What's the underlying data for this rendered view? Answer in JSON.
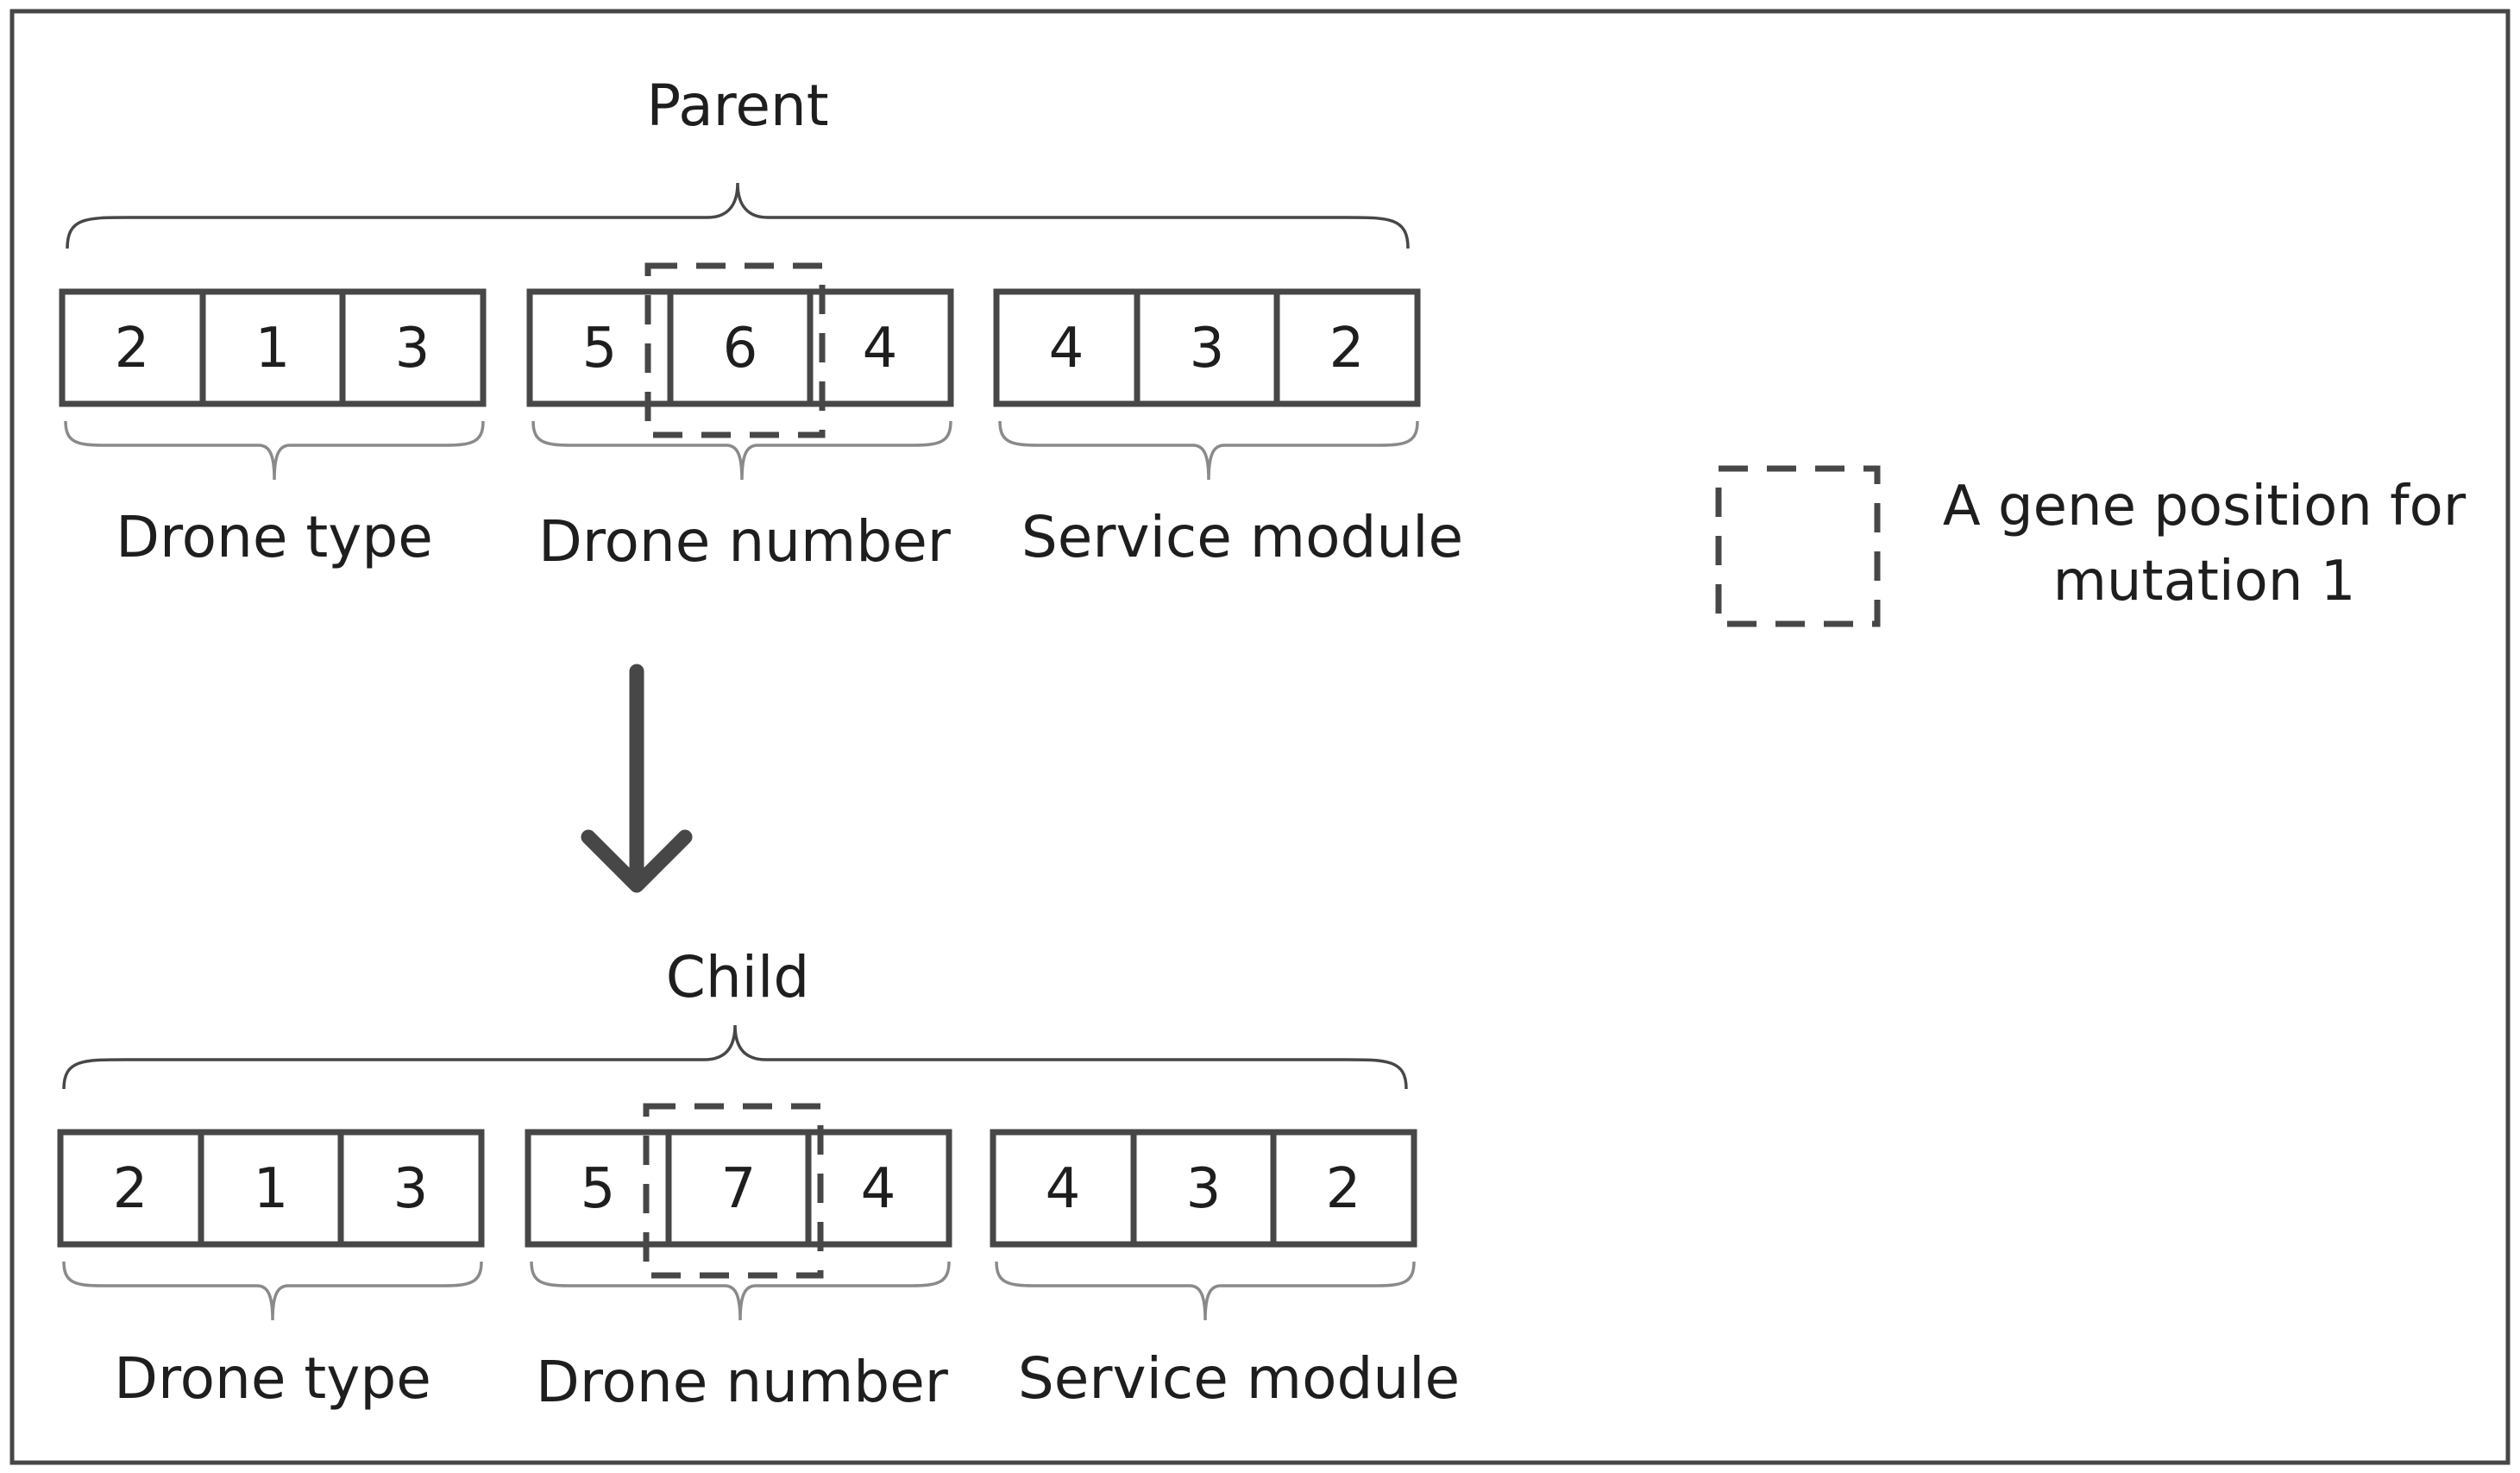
{
  "diagram": {
    "parent": {
      "title": "Parent",
      "segments": [
        {
          "label": "Drone type",
          "genes": [
            "2",
            "1",
            "3"
          ]
        },
        {
          "label": "Drone number",
          "genes": [
            "5",
            "6",
            "4"
          ]
        },
        {
          "label": "Service module",
          "genes": [
            "4",
            "3",
            "2"
          ]
        }
      ]
    },
    "child": {
      "title": "Child",
      "segments": [
        {
          "label": "Drone type",
          "genes": [
            "2",
            "1",
            "3"
          ]
        },
        {
          "label": "Drone number",
          "genes": [
            "5",
            "7",
            "4"
          ]
        },
        {
          "label": "Service module",
          "genes": [
            "4",
            "3",
            "2"
          ]
        }
      ]
    },
    "legend": {
      "line1": "A gene position for",
      "line2": "mutation 1"
    }
  }
}
